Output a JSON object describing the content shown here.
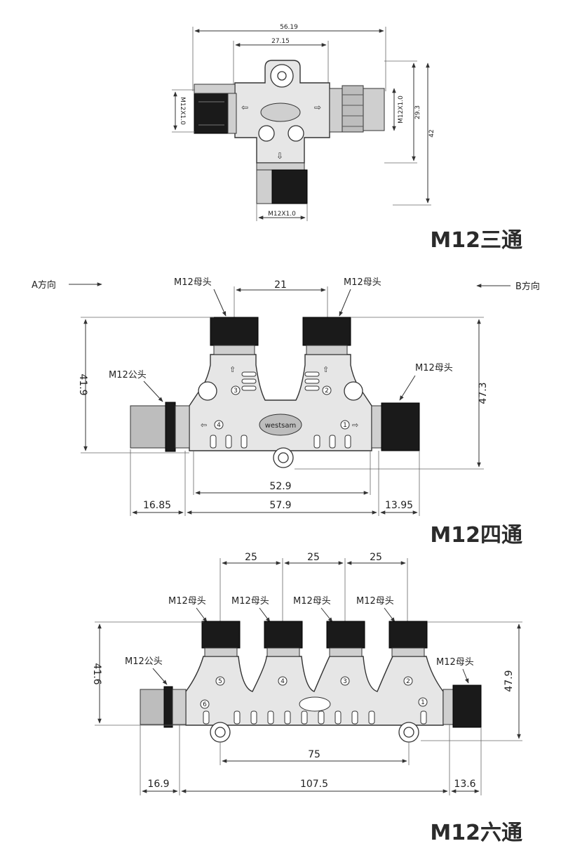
{
  "section1": {
    "title": "M12三通",
    "dims": {
      "overall": "56.19",
      "inner": "27.15",
      "h1": "29.3",
      "h2": "42"
    },
    "labels": {
      "left": "M12X1.0",
      "right": "M12X1.0",
      "bottom": "M12X1.0"
    }
  },
  "section2": {
    "title": "M12四通",
    "dir_a": "A方向",
    "dir_b": "B方向",
    "label_top_left": "M12母头",
    "label_top_right": "M12母头",
    "label_male": "M12公头",
    "label_right": "M12母头",
    "dims": {
      "top": "21",
      "left_h": "41.9",
      "right_h": "47.3",
      "inner": "52.9",
      "left_w": "16.85",
      "mid_w": "57.9",
      "right_w": "13.95"
    },
    "brand": "westsam",
    "ports": [
      "1",
      "2",
      "3",
      "4"
    ]
  },
  "section3": {
    "title": "M12六通",
    "top_spacings": [
      "25",
      "25",
      "25"
    ],
    "labels_top": [
      "M12母头",
      "M12母头",
      "M12母头",
      "M12母头"
    ],
    "label_male": "M12公头",
    "label_right": "M12母头",
    "dims": {
      "left_h": "41.6",
      "right_h": "47.9",
      "hole_pitch": "75",
      "left_w": "16.9",
      "mid_w": "107.5",
      "right_w": "13.6"
    },
    "ports": [
      "1",
      "2",
      "3",
      "4",
      "5",
      "6"
    ]
  }
}
